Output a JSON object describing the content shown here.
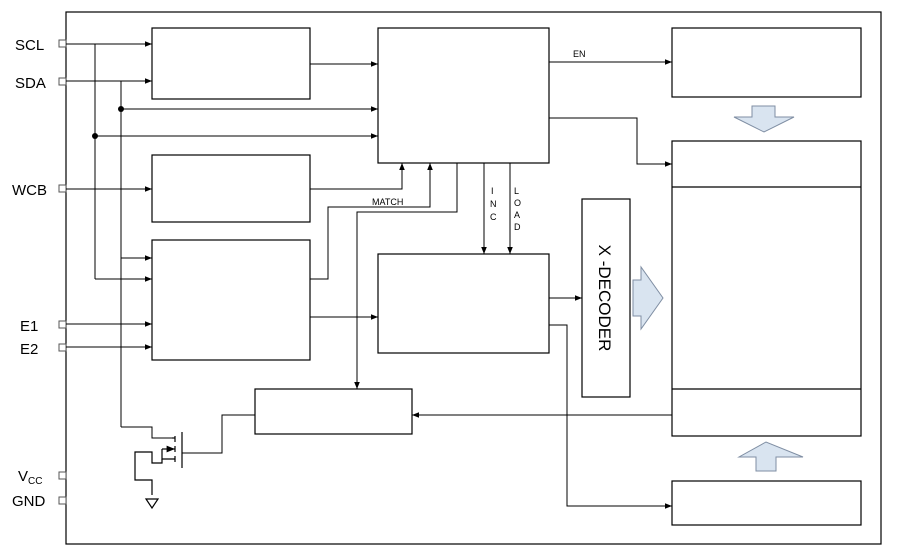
{
  "pins": {
    "scl": "SCL",
    "sda": "SDA",
    "wcb": "WCB",
    "e1": "E1",
    "e2": "E2",
    "vcc_main": "V",
    "vcc_sub": "CC",
    "gnd": "GND"
  },
  "signals": {
    "en": "EN",
    "match": "MATCH",
    "inc": [
      "I",
      "N",
      "C"
    ],
    "load": [
      "L",
      "O",
      "A",
      "D"
    ]
  },
  "blocks": {
    "x_decoder": "X -DECODER"
  },
  "colors": {
    "stroke": "#000000",
    "arrow_fill": "#d9e4f0",
    "arrow_stroke": "#7f8ea3",
    "pin_box": "#ffffff"
  }
}
